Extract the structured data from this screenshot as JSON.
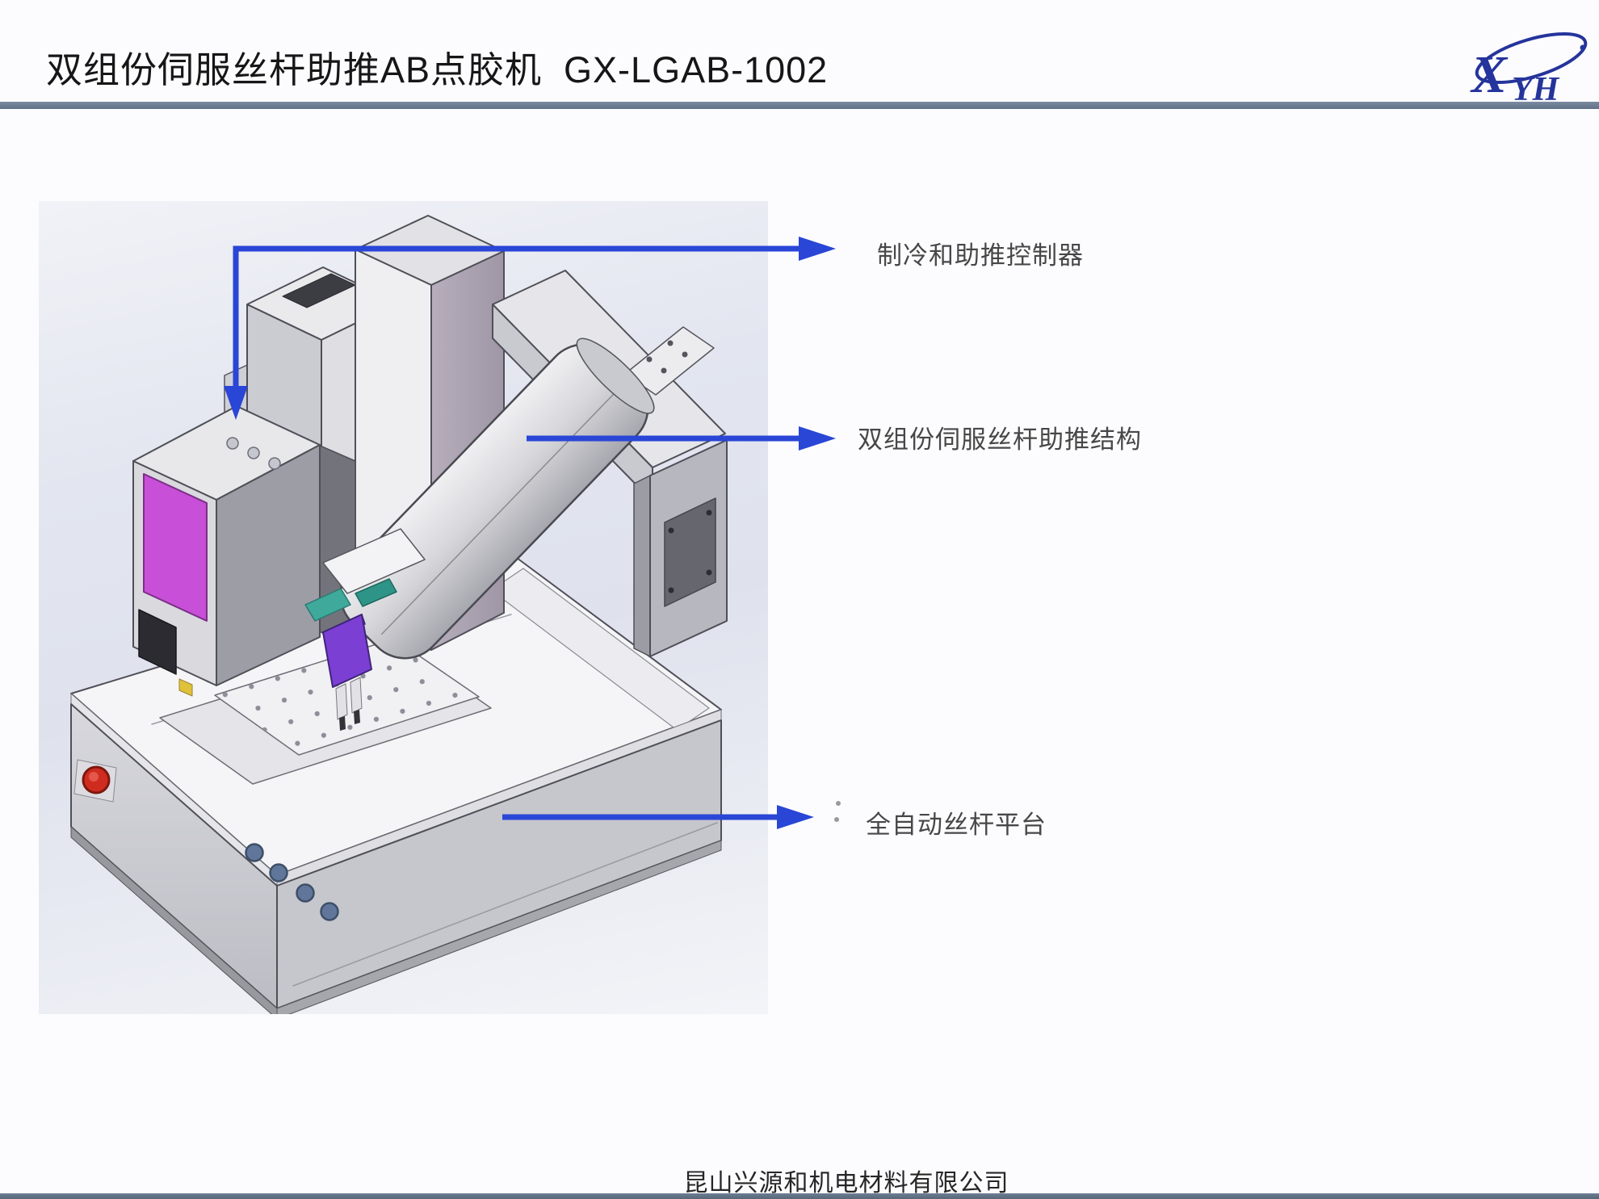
{
  "header": {
    "title": "双组份伺服丝杆助推AB点胶机  GX-LGAB-1002",
    "rule_color": "#68798e",
    "logo": {
      "letter_x": "X",
      "letter_yh": "YH",
      "color": "#25349c",
      "name": "XYH company logo"
    }
  },
  "machine": {
    "description_colors": "SolidWorks-style render of AB glue dispensing machine",
    "screen_color": "#c84fd8",
    "estop_color": "#cf2c1f",
    "body_light": "#f2f2f4",
    "body_mid": "#c9c9d0",
    "body_dark": "#9d9da6",
    "column_accent": "#a89fb0",
    "button_color": "#60769a",
    "head_purple": "#7b3fd4",
    "head_teal": "#3fa99b"
  },
  "callouts": {
    "arrow_color": "#2946d6",
    "items": [
      {
        "label": "制冷和助推控制器"
      },
      {
        "label": "双组份伺服丝杆助推结构"
      },
      {
        "label": "全自动丝杆平台"
      }
    ]
  },
  "footer": {
    "company": "昆山兴源和机电材料有限公司",
    "bar_color": "#5f7085"
  }
}
